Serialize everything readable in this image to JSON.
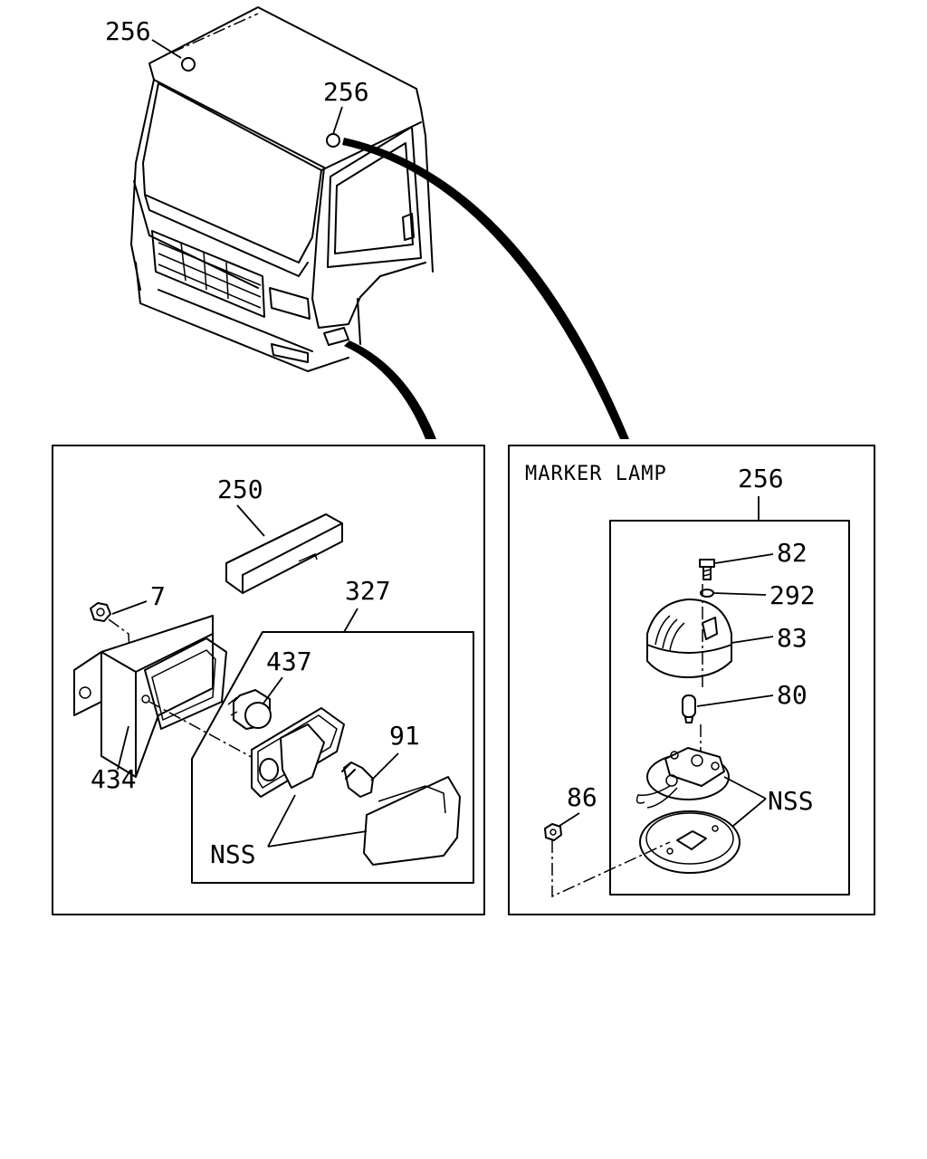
{
  "labels": {
    "cab_256_top": "256",
    "cab_256_right": "256",
    "marker_lamp_title": "MARKER LAMP",
    "marker_256": "256",
    "p82": "82",
    "p292": "292",
    "p83": "83",
    "p80": "80",
    "p86": "86",
    "nss_right": "NSS",
    "p250": "250",
    "p327": "327",
    "p7": "7",
    "p437": "437",
    "p91": "91",
    "p434": "434",
    "nss_left": "NSS"
  }
}
